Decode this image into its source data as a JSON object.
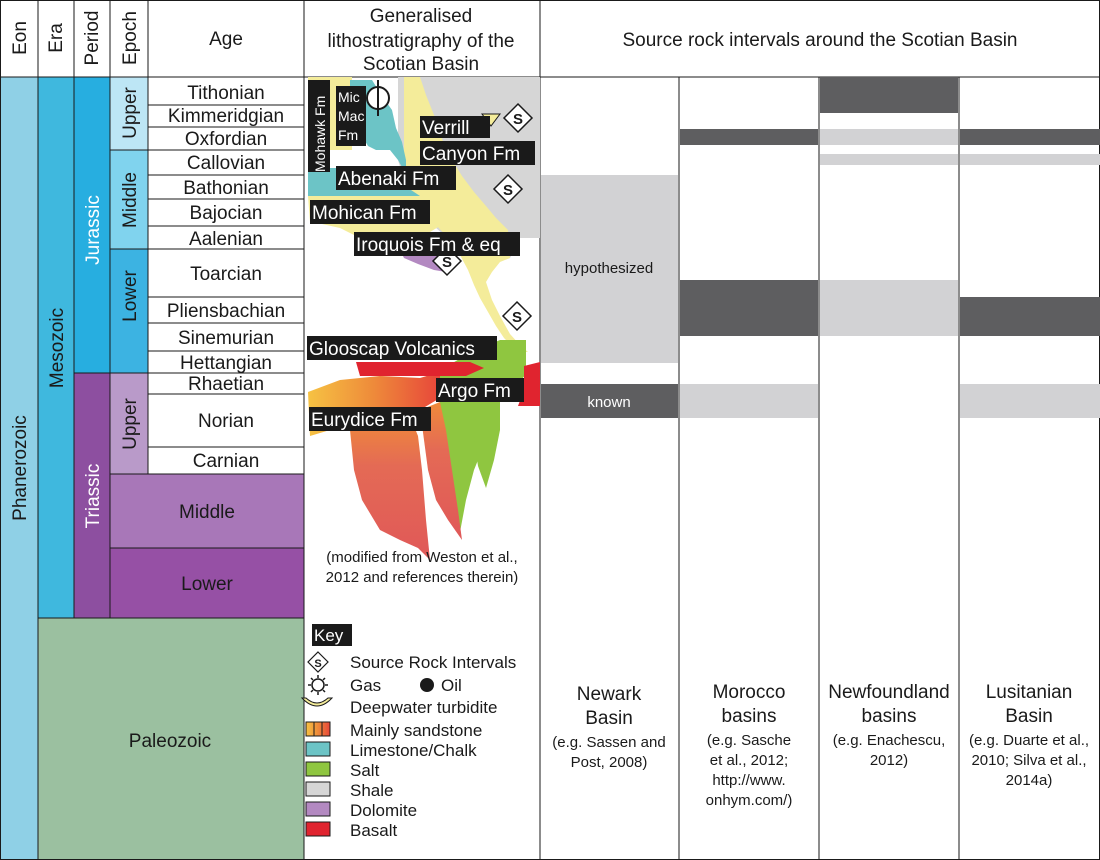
{
  "headers": {
    "eon": "Eon",
    "era": "Era",
    "period": "Period",
    "epoch": "Epoch",
    "age": "Age",
    "litho": [
      "Generalised",
      "lithostratigraphy of the",
      "Scotian Basin"
    ],
    "source": "Source rock intervals around the Scotian Basin"
  },
  "eons": [
    "Phanerozoic"
  ],
  "eras": [
    "Mesozoic",
    "Paleozoic"
  ],
  "periods": [
    "Jurassic",
    "Triassic"
  ],
  "epochs": [
    "Upper",
    "Middle",
    "Lower",
    "Upper",
    "Middle",
    "Lower"
  ],
  "ages": [
    "Tithonian",
    "Kimmeridgian",
    "Oxfordian",
    "Callovian",
    "Bathonian",
    "Bajocian",
    "Aalenian",
    "Toarcian",
    "Pliensbachian",
    "Sinemurian",
    "Hettangian",
    "Rhaetian",
    "Norian",
    "Carnian"
  ],
  "formations": {
    "mohawk": "Mohawk Fm",
    "micmac": [
      "Mic",
      "Mac",
      "Fm"
    ],
    "verrill": [
      "Verrill",
      "Canyon Fm"
    ],
    "abenaki": "Abenaki Fm",
    "mohican": "Mohican Fm",
    "iroquois": "Iroquois Fm & eq",
    "glooscap": "Glooscap Volcanics",
    "argo": "Argo Fm",
    "eurydice": "Eurydice Fm"
  },
  "source_marker": "S",
  "litho_note": [
    "(modified from Weston et al.,",
    "2012 and references therein)"
  ],
  "key": {
    "title": "Key",
    "items": [
      "Source Rock Intervals",
      "Gas",
      "Oil",
      "Deepwater turbidite",
      "Mainly sandstone",
      "Limestone/Chalk",
      "Salt",
      "Shale",
      "Dolomite",
      "Basalt"
    ]
  },
  "interval_labels": {
    "hypothesized": "hypothesized",
    "known": "known"
  },
  "basins": [
    {
      "name": [
        "Newark",
        "Basin"
      ],
      "cite": [
        "(e.g. Sassen and",
        "Post, 2008)"
      ]
    },
    {
      "name": [
        "Morocco",
        "basins"
      ],
      "cite": [
        "(e.g. Sasche",
        "et al., 2012;",
        "http://www.",
        "onhym.com/)"
      ]
    },
    {
      "name": [
        "Newfoundland",
        "basins"
      ],
      "cite": [
        "(e.g. Enachescu,",
        "2012)"
      ]
    },
    {
      "name": [
        "Lusitanian",
        "Basin"
      ],
      "cite": [
        "(e.g. Duarte et al.,",
        "2010; Silva et al.,",
        "2014a)"
      ]
    }
  ],
  "colors": {
    "phanerozoic": "#8fd0e6",
    "mesozoic": "#3fb8de",
    "jurassic": "#27aee0",
    "triassic": "#8d4fa0",
    "paleozoic": "#9bc0a0",
    "epoch_upper_jur": "#bde6f5",
    "epoch_middle_jur": "#80d3ee",
    "epoch_lower_jur": "#3cb3e2",
    "epoch_upper_tri": "#b99ac9",
    "epoch_middle_tri": "#a877b8",
    "epoch_lower_tri": "#9650a5",
    "shale": "#d6d6d6",
    "sandstone": "#f4ec9a",
    "limestone": "#6cc4c6",
    "salt": "#8fc640",
    "dolomite": "#b389c1",
    "basalt": "#e0242f",
    "known_interval": "#5e5e60",
    "hypothesized_interval": "#d2d2d4"
  }
}
